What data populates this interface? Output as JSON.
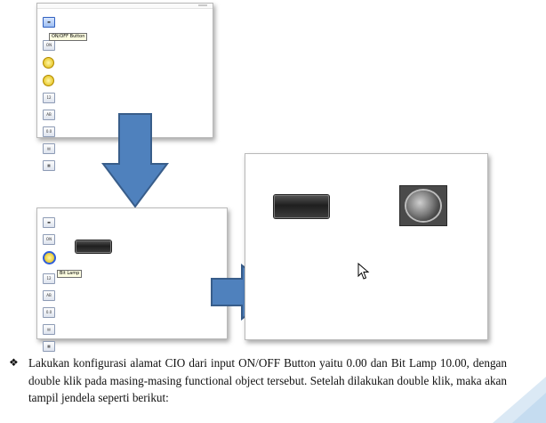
{
  "screenshot_top": {
    "tooltip": "ON/OFF Button",
    "toolbar_items": [
      "on-off-button-tool",
      "toggle-tool",
      "bit-lamp-tool",
      "word-lamp-tool",
      "numeric-input-tool",
      "word-display-tool",
      "numeric-display-tool",
      "analog-display-tool",
      "image-tool"
    ]
  },
  "screenshot_middle": {
    "tooltip": "Bit Lamp"
  },
  "colors": {
    "arrow_fill": "#4f81bd",
    "arrow_stroke": "#385d8a",
    "tooltip_bg": "#ffffe1"
  },
  "paragraph": {
    "bullet": "❖",
    "text": "Lakukan konfigurasi alamat CIO dari input ON/OFF Button yaitu 0.00 dan Bit Lamp 10.00, dengan double klik pada masing-masing functional object tersebut. Setelah dilakukan double klik, maka akan tampil jendela seperti berikut:"
  }
}
